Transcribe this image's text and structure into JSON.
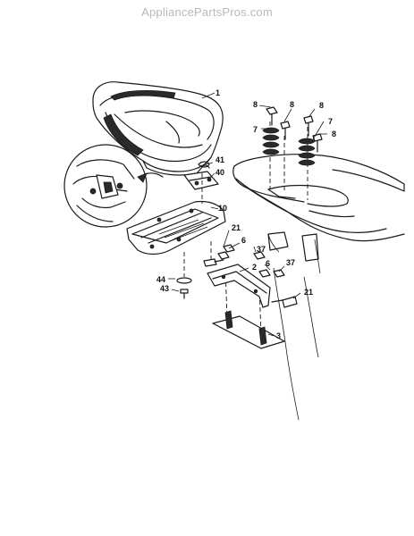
{
  "watermark": "AppliancePartsPros.com",
  "callouts": {
    "c1": "1",
    "c2": "2",
    "c3": "3",
    "c6a": "6",
    "c6b": "6",
    "c7a": "7",
    "c7b": "7",
    "c8a": "8",
    "c8b": "8",
    "c8c": "8",
    "c8d": "8",
    "c10": "10",
    "c21a": "21",
    "c21b": "21",
    "c37a": "37",
    "c37b": "37",
    "c40": "40",
    "c41": "41",
    "c43": "43",
    "c44": "44"
  }
}
